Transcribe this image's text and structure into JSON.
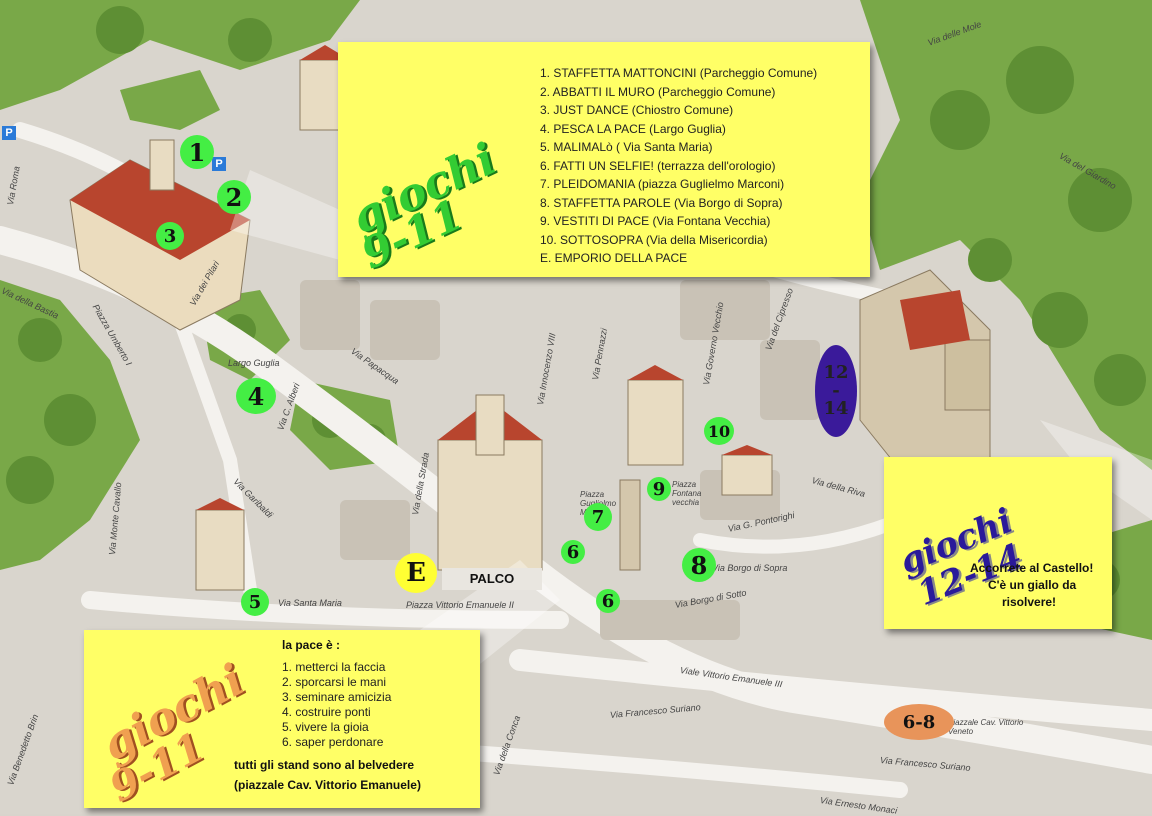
{
  "panel_top": {
    "title_line1": "giochi",
    "title_line2": "9-11",
    "items": [
      "1. STAFFETTA MATTONCINI (Parcheggio Comune)",
      "2. ABBATTI IL MURO (Parcheggio Comune)",
      "3. JUST DANCE (Chiostro Comune)",
      "4. PESCA LA PACE (Largo Guglia)",
      "5. MALIMALò ( Via Santa Maria)",
      "6. FATTI UN SELFIE! (terrazza dell'orologio)",
      "7. PLEIDOMANIA (piazza Guglielmo Marconi)",
      "8. STAFFETTA PAROLE (Via Borgo di Sopra)",
      "9. VESTITI DI PACE (Via Fontana Vecchia)",
      "10. SOTTOSOPRA (Via della Misericordia)",
      "E. EMPORIO DELLA PACE"
    ]
  },
  "panel_right": {
    "title_line1": "giochi",
    "title_line2": "12-14",
    "text_line1": "Accorrete al Castello!",
    "text_line2": "C'è un giallo da",
    "text_line3": "risolvere!"
  },
  "panel_bottom": {
    "title_line1": "giochi",
    "title_line2": "9-11",
    "heading": "la pace è :",
    "items": [
      "1. metterci la faccia",
      "2. sporcarsi le mani",
      "3. seminare amicizia",
      "4. costruire ponti",
      "5. vivere la gioia",
      "6. saper perdonare"
    ],
    "footer_line1": "tutti gli stand sono al belvedere",
    "footer_line2": "(piazzale Cav. Vittorio Emanuele)"
  },
  "markers": {
    "m1": "1",
    "m2": "2",
    "m3": "3",
    "m4": "4",
    "m5": "5",
    "m6a": "6",
    "m6b": "6",
    "m7": "7",
    "m8": "8",
    "m9": "9",
    "m10": "10",
    "e": "E",
    "castle": "12\n-\n14",
    "orange": "6-8"
  },
  "labels": {
    "palco": "PALCO",
    "parking": "P"
  },
  "streets": {
    "via_roma": "Via Roma",
    "via_della_bastia": "Via della Bastia",
    "piazza_umberto": "Piazza Umberto I",
    "via_dei_pilari": "Via dei Pilari",
    "largo_guglia": "Largo Guglia",
    "via_papacqua": "Via Papacqua",
    "via_alberi": "Via C. Alberi",
    "via_garibaldi": "Via Garibaldi",
    "via_monte_cavallo": "Via Monte Cavallo",
    "via_santa_maria": "Via Santa Maria",
    "piazza_ve": "Piazza Vittorio Emanuele II",
    "via_della_strada": "Via della Strada",
    "via_innocenzo": "Via Innocenzo VIII",
    "via_pennazzi": "Via Pennazzi",
    "piazza_marconi": "Piazza Guglielmo Marconi",
    "piazza_fontana": "Piazza Fontana vecchia",
    "via_borgo_sopra": "Via Borgo di Sopra",
    "via_borgo_sotto": "Via Borgo di Sotto",
    "viale_ve3": "Viale Vittorio Emanuele III",
    "via_francesco_suriano": "Via Francesco Suriano",
    "via_francesco_suriano2": "Via Francesco Suriano",
    "via_ernesto_monaci": "Via Ernesto Monaci",
    "piazzale_cav": "Piazzale Cav. Vittorio Veneto",
    "via_del_giardino": "Via del Giardino",
    "via_delle_mole": "Via delle Mole",
    "via_della_conca": "Via della Conca",
    "via_della_riva": "Via della Riva",
    "via_pontorighi": "Via G. Pontorighi",
    "via_cipresso": "Via del Cipresso",
    "via_governo_vecchio": "Via Governo Vecchio",
    "via_benedetto": "Via Benedetto Brin"
  },
  "colors": {
    "panel_yellow": "#ffff66",
    "marker_green": "#44ee44",
    "marker_yellow": "#ffff33",
    "castle_marker": "#3a1a9a",
    "orange_marker": "#e8945a",
    "title_green": "#33cc33",
    "title_blue": "#2a1a9a",
    "title_orange": "#f0a050"
  }
}
